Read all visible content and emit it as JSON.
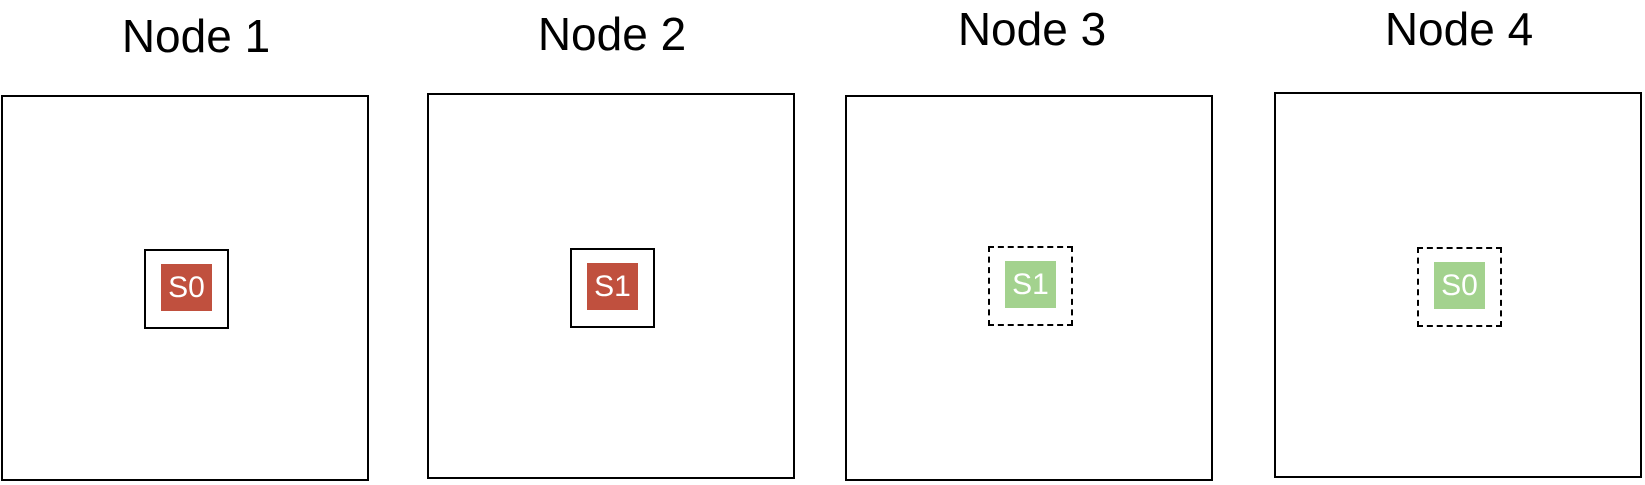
{
  "nodes": [
    {
      "title": "Node 1",
      "shard": {
        "label": "S0",
        "role": "primary",
        "color": "#c0503e",
        "frame": "solid"
      }
    },
    {
      "title": "Node 2",
      "shard": {
        "label": "S1",
        "role": "primary",
        "color": "#c0503e",
        "frame": "solid"
      }
    },
    {
      "title": "Node 3",
      "shard": {
        "label": "S1",
        "role": "replica",
        "color": "#a3d28e",
        "frame": "dashed"
      }
    },
    {
      "title": "Node 4",
      "shard": {
        "label": "S0",
        "role": "replica",
        "color": "#a3d28e",
        "frame": "dashed"
      }
    }
  ]
}
